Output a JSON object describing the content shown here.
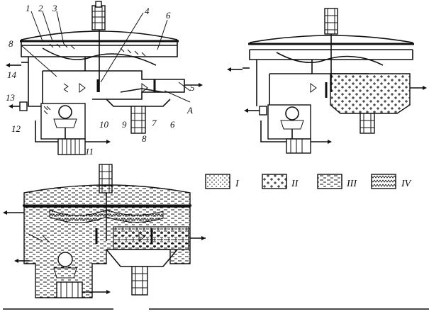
{
  "figure": {
    "legend": [
      {
        "key": "I",
        "pattern": "dots"
      },
      {
        "key": "II",
        "pattern": "plus"
      },
      {
        "key": "III",
        "pattern": "dashes"
      },
      {
        "key": "IV",
        "pattern": "waves"
      }
    ],
    "callouts": {
      "c1": "1",
      "c2": "2",
      "c3": "3",
      "c4": "4",
      "c5": "5",
      "c6a": "6",
      "c6b": "6",
      "c7": "7",
      "c8a": "8",
      "c8b": "8",
      "c9": "9",
      "c10": "10",
      "c11": "11",
      "c12": "12",
      "c13": "13",
      "c14": "14",
      "cA": "A"
    }
  }
}
